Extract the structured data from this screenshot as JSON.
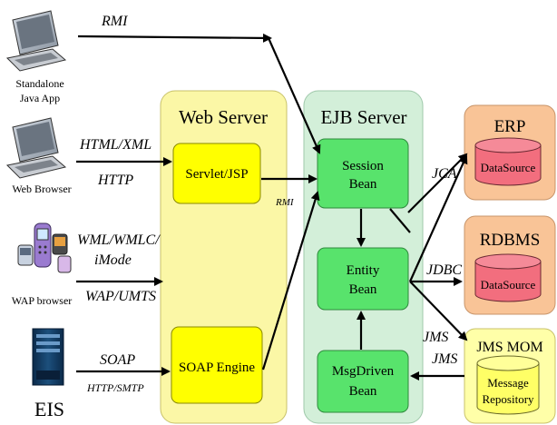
{
  "clients": {
    "standalone": {
      "line1": "Standalone",
      "line2": "Java App"
    },
    "web_browser": {
      "label": "Web Browser"
    },
    "wap_browser": {
      "label": "WAP browser"
    },
    "eis": {
      "label": "EIS"
    }
  },
  "protocols": {
    "rmi_top": "RMI",
    "html_xml": "HTML/XML",
    "http": "HTTP",
    "wml_1": "WML/WMLC/",
    "wml_2": "iMode",
    "wap_umts": "WAP/UMTS",
    "soap": "SOAP",
    "http_smtp": "HTTP/SMTP",
    "rmi_small": "RMI",
    "jca": "JCA",
    "jdbc": "JDBC",
    "jms_1": "JMS",
    "jms_2": "JMS"
  },
  "web_server": {
    "title": "Web Server",
    "servlet": "Servlet/JSP",
    "soap_engine": "SOAP Engine"
  },
  "ejb_server": {
    "title": "EJB Server",
    "session_1": "Session",
    "session_2": "Bean",
    "entity_1": "Entity",
    "entity_2": "Bean",
    "msg_1": "MsgDriven",
    "msg_2": "Bean"
  },
  "resources": {
    "erp_title": "ERP",
    "erp_ds": "DataSource",
    "rdbms_title": "RDBMS",
    "rdbms_ds": "DataSource",
    "jms_title": "JMS MOM",
    "jms_repo_1": "Message",
    "jms_repo_2": "Repository"
  },
  "colors": {
    "web_panel": "#fbf7a6",
    "ejb_panel": "#d3efd9",
    "yellow_box": "#ffff00",
    "green_box": "#58e36c",
    "erp_panel": "#f9c497",
    "jms_panel": "#ffffa8",
    "cylinder_red": "#f26e7e",
    "cylinder_yellow": "#ffff66"
  }
}
